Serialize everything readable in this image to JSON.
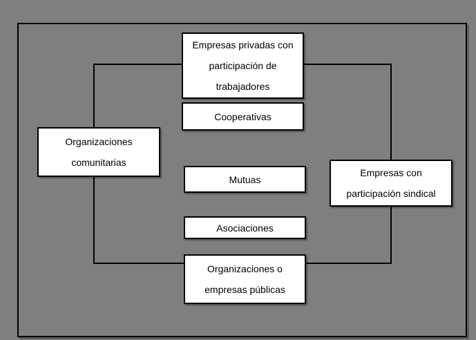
{
  "diagram": {
    "colors": {
      "background": "#7f7f7f",
      "box_fill": "#ffffff",
      "border": "#000000",
      "text": "#000000"
    },
    "boxes": [
      {
        "name": "empresas-privadas-trabajadores",
        "label": "Empresas privadas con\nparticipación de\ntrabajadores"
      },
      {
        "name": "cooperativas",
        "label": "Cooperativas"
      },
      {
        "name": "organizaciones-comunitarias",
        "label": "Organizaciones\ncomunitarias"
      },
      {
        "name": "mutuas",
        "label": "Mutuas"
      },
      {
        "name": "asociaciones",
        "label": "Asociaciones"
      },
      {
        "name": "empresas-participacion-sindical",
        "label": "Empresas con\nparticipación sindical"
      },
      {
        "name": "organizaciones-empresas-publicas",
        "label": "Organizaciones o\nempresas públicas"
      }
    ]
  }
}
